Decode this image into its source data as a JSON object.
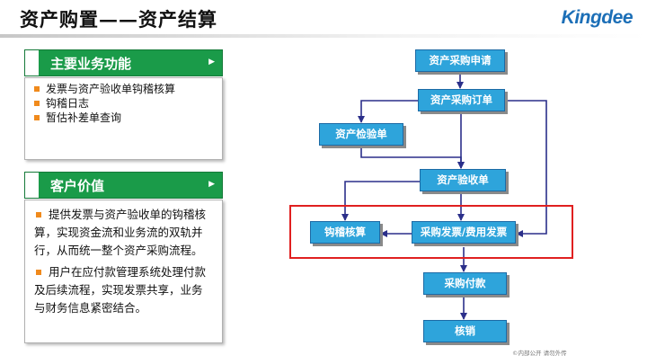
{
  "header": {
    "title": "资产购置——资产结算",
    "logo": "Kingdee"
  },
  "panel_functions": {
    "title": "主要业务功能",
    "items": [
      "发票与资产验收单钩稽核算",
      "钩稽日志",
      "暂估补差单查询"
    ]
  },
  "panel_value": {
    "title": "客户价值",
    "paragraphs": [
      "提供发票与资产验收单的钩稽核算，实现资金流和业务流的双轨并行，从而统一整个资产采购流程。",
      "用户在应付款管理系统处理付款及后续流程，实现发票共享，业务与财务信息紧密结合。"
    ]
  },
  "flow": {
    "nodes": {
      "purchase_request": "资产采购申请",
      "purchase_order": "资产采购订单",
      "inspection": "资产检验单",
      "acceptance": "资产验收单",
      "reconcile": "钩稽核算",
      "invoice": "采购发票/费用发票",
      "payment": "采购付款",
      "writeoff": "核销"
    }
  },
  "footer": {
    "note": "©内部公开 请勿外传"
  },
  "colors": {
    "panel_green": "#1a9b49",
    "box_blue": "#2ea4db",
    "arrow_navy": "#2b2f8a",
    "highlight_red": "#e02020",
    "bullet_orange": "#f08a1c",
    "logo_blue": "#1c6fb7"
  }
}
